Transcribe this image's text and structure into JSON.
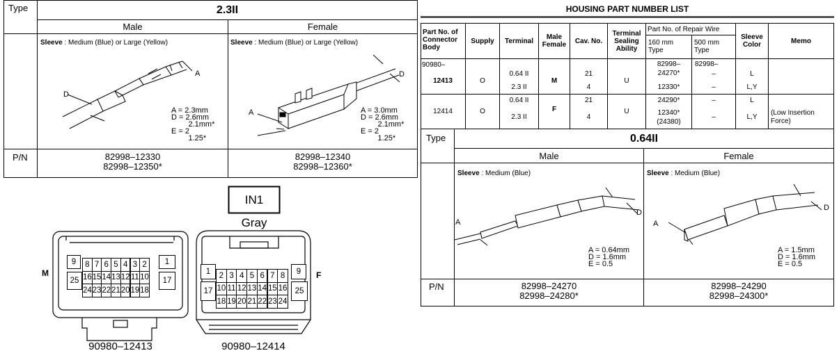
{
  "t1": {
    "type_label": "Type",
    "type_value": "2.3II",
    "male_label": "Male",
    "female_label": "Female",
    "male_sleeve_key": "Sleeve",
    "male_sleeve_val": " : Medium (Blue) or Large (Yellow)",
    "female_sleeve_key": "Sleeve",
    "female_sleeve_val": " : Medium (Blue) or Large (Yellow)",
    "male_dims": "A = 2.3mm\nD = 2.6mm\n        2.1mm*\nE = 2\n        1.25*",
    "female_dims": "A = 3.0mm\nD = 2.6mm\n        2.1mm*\nE = 2\n        1.25*",
    "male_letters": [
      "A",
      "D"
    ],
    "female_letters": [
      "D",
      "A"
    ],
    "pn_label": "P/N",
    "male_pn": [
      "82998–12330",
      "82998–12350*"
    ],
    "female_pn": [
      "82998–12340",
      "82998–12360*"
    ]
  },
  "housing": {
    "title": "HOUSING PART NUMBER LIST",
    "headers": {
      "part_no": "Part No. of Connector Body",
      "supply": "Supply",
      "terminal": "Terminal",
      "male_female": "Male Female",
      "cav_no": "Cav. No.",
      "sealing": "Terminal Sealing Ability",
      "repair_wire": "Part No. of Repair Wire",
      "mm160": "160 mm Type",
      "mm500": "500 mm Type",
      "sleeve": "Sleeve Color",
      "memo": "Memo"
    },
    "row1": {
      "part_no_a": "90980–",
      "part_no_b": "12413",
      "supply": "O",
      "terminal": [
        "0.64 II",
        "2.3 II"
      ],
      "male_female": "M",
      "cav": [
        "21",
        "4"
      ],
      "sealing": "U",
      "w160": [
        "82998–",
        "24270*",
        "12330*"
      ],
      "w500": [
        "82998–",
        "–",
        "–"
      ],
      "sleeve": [
        "L",
        "L,Y"
      ]
    },
    "row2": {
      "part_no": "12414",
      "supply": "O",
      "terminal": [
        "0.64 II",
        "2.3 II"
      ],
      "male_female": "F",
      "cav": [
        "21",
        "4"
      ],
      "sealing": "U",
      "w160": [
        "24290*",
        "12340*",
        "(24380)"
      ],
      "w500": [
        "–",
        "–"
      ],
      "sleeve": [
        "L",
        "L,Y"
      ],
      "memo": "(Low Insertion Force)"
    }
  },
  "t2": {
    "type_label": "Type",
    "type_value": "0.64II",
    "male_label": "Male",
    "female_label": "Female",
    "male_sleeve_key": "Sleeve",
    "male_sleeve_val": " : Medium (Blue)",
    "female_sleeve_key": "Sleeve",
    "female_sleeve_val": " : Medium (Blue)",
    "male_dims": "A = 0.64mm\nD = 1.6mm\nE = 0.5",
    "female_dims": "A = 1.5mm\nD = 1.6mm\nE = 0.5",
    "male_letters": [
      "A",
      "D"
    ],
    "female_letters": [
      "A",
      "D"
    ],
    "pn_label": "P/N",
    "male_pn": [
      "82998–24270",
      "82998–24280*"
    ],
    "female_pn": [
      "82998–24290",
      "82998–24300*"
    ]
  },
  "connector": {
    "id": "IN1",
    "color": "Gray",
    "male_label": "M",
    "female_label": "F",
    "male_part": "90980–12413",
    "female_part": "90980–12414",
    "male_pins": {
      "row1": [
        "8",
        "7",
        "6",
        "5",
        "4",
        "3",
        "2"
      ],
      "row2": [
        "16",
        "15",
        "14",
        "13",
        "12",
        "11",
        "10"
      ],
      "row3": [
        "24",
        "23",
        "22",
        "21",
        "20",
        "19",
        "18"
      ],
      "top_left": "9",
      "big_left": "25",
      "top_right": "1",
      "big_right": "17"
    },
    "female_pins": {
      "row1": [
        "2",
        "3",
        "4",
        "5",
        "6",
        "7",
        "8"
      ],
      "row2": [
        "10",
        "11",
        "12",
        "13",
        "14",
        "15",
        "16"
      ],
      "row3": [
        "18",
        "19",
        "20",
        "21",
        "22",
        "23",
        "24"
      ],
      "top_left": "1",
      "big_left": "17",
      "top_right": "9",
      "big_right": "25"
    }
  }
}
